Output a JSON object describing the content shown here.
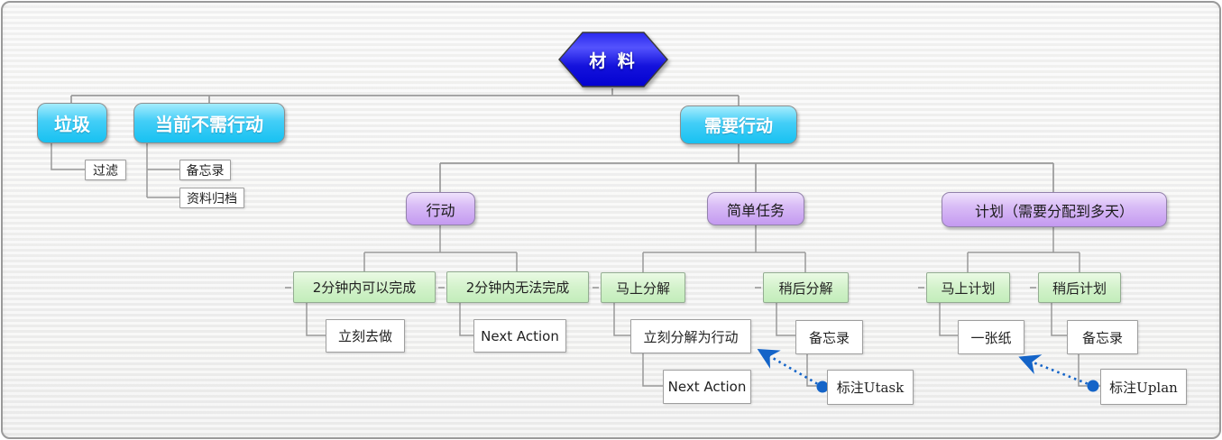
{
  "colors": {
    "root_blue_top": "#2a29ee",
    "root_blue_mid": "#5453fd",
    "root_blue_bottom": "#0301d0",
    "branch_cyan": "#17c1f1",
    "branch_purple": "#c49af0",
    "branch_green": "#c3edbb",
    "connector_gray": "#999999",
    "relationship_blue": "#1464c8",
    "canvas_background": "#f2f2f1"
  },
  "nodes": {
    "root": "材 料",
    "trash": "垃圾",
    "filter": "过滤",
    "not_action_now": "当前不需行动",
    "memo_not_action": "备忘录",
    "archive": "资料归档",
    "need_action": "需要行动",
    "action": "行动",
    "within_2min": "2分钟内可以完成",
    "beyond_2min": "2分钟内无法完成",
    "do_immediately": "立刻去做",
    "next_action_1": "Next Action",
    "simple_task": "简单任务",
    "decompose_now": "马上分解",
    "decompose_later": "稍后分解",
    "decompose_to_actions": "立刻分解为行动",
    "next_action_2": "Next Action",
    "memo_decompose": "备忘录",
    "label_utask": "标注Utask",
    "plan": "计划（需要分配到多天）",
    "plan_now": "马上计划",
    "plan_later": "稍后计划",
    "one_paper": "一张纸",
    "memo_plan": "备忘录",
    "label_uplan": "标注Uplan"
  }
}
